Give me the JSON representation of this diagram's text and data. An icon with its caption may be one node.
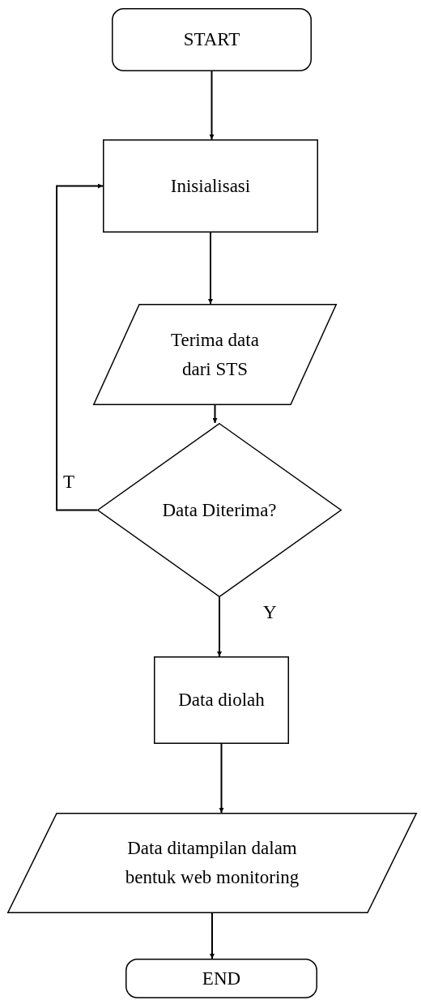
{
  "diagram": {
    "nodes": [
      {
        "text": [
          "START"
        ]
      },
      {
        "text": [
          "Inisialisasi"
        ]
      },
      {
        "text": [
          "Terima data dari STS"
        ]
      },
      {
        "text": [
          "Data Diterima?"
        ]
      },
      {
        "text": [
          "Data diolah"
        ]
      },
      {
        "text": [
          "Data ditampilan dalam bentuk web monitoring"
        ]
      },
      {
        "text": [
          "END"
        ]
      }
    ],
    "edges": [
      {
        "from": 0,
        "to": 1,
        "arrow": "to"
      },
      {
        "from": 1,
        "to": 2,
        "arrow": "to"
      },
      {
        "from": 2,
        "to": 3,
        "arrow": "to"
      },
      {
        "from": 3,
        "to": 1,
        "arrow": "to",
        "label": "T"
      },
      {
        "from": 3,
        "to": 4,
        "arrow": "to",
        "label": "Y"
      },
      {
        "from": 4,
        "to": 5,
        "arrow": "to"
      },
      {
        "from": 5,
        "to": 6,
        "arrow": "to"
      }
    ]
  }
}
